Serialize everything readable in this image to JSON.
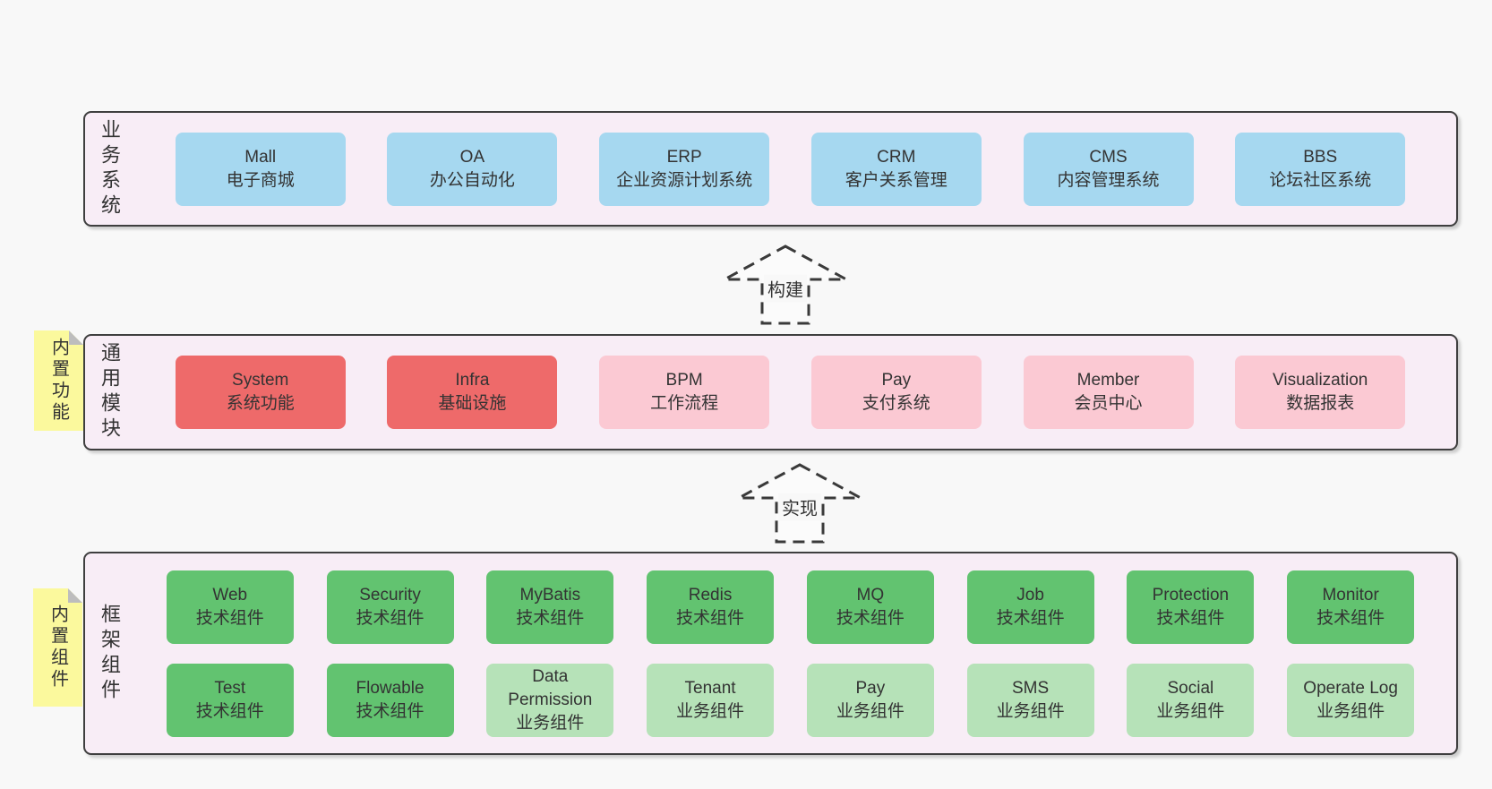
{
  "colors": {
    "page_background": "#f8f8f8",
    "panel_background": "#f8edf6",
    "panel_border": "#3f3f3f",
    "box_blue": "#a6d8f0",
    "box_red": "#ee6a6a",
    "box_pink": "#fbc9d3",
    "box_green": "#62c370",
    "box_green_light": "#b6e2b8",
    "tag_yellow": "#fbf99d",
    "tag_fold_gray": "#bdbdbd",
    "text": "#333333"
  },
  "arrows": [
    {
      "label": "构建"
    },
    {
      "label": "实现"
    }
  ],
  "layers": [
    {
      "label": "业务系统",
      "boxes": [
        {
          "en": "Mall",
          "zh": "电子商城",
          "variant": "blue"
        },
        {
          "en": "OA",
          "zh": "办公自动化",
          "variant": "blue"
        },
        {
          "en": "ERP",
          "zh": "企业资源计划系统",
          "variant": "blue"
        },
        {
          "en": "CRM",
          "zh": "客户关系管理",
          "variant": "blue"
        },
        {
          "en": "CMS",
          "zh": "内容管理系统",
          "variant": "blue"
        },
        {
          "en": "BBS",
          "zh": "论坛社区系统",
          "variant": "blue"
        }
      ]
    },
    {
      "label": "通用模块",
      "tag": "内置功能",
      "boxes": [
        {
          "en": "System",
          "zh": "系统功能",
          "variant": "red"
        },
        {
          "en": "Infra",
          "zh": "基础设施",
          "variant": "red"
        },
        {
          "en": "BPM",
          "zh": "工作流程",
          "variant": "pink"
        },
        {
          "en": "Pay",
          "zh": "支付系统",
          "variant": "pink"
        },
        {
          "en": "Member",
          "zh": "会员中心",
          "variant": "pink"
        },
        {
          "en": "Visualization",
          "zh": "数据报表",
          "variant": "pink"
        }
      ]
    },
    {
      "label": "框架组件",
      "tag": "内置组件",
      "rows": [
        [
          {
            "en": "Web",
            "zh": "技术组件",
            "variant": "green"
          },
          {
            "en": "Security",
            "zh": "技术组件",
            "variant": "green"
          },
          {
            "en": "MyBatis",
            "zh": "技术组件",
            "variant": "green"
          },
          {
            "en": "Redis",
            "zh": "技术组件",
            "variant": "green"
          },
          {
            "en": "MQ",
            "zh": "技术组件",
            "variant": "green"
          },
          {
            "en": "Job",
            "zh": "技术组件",
            "variant": "green"
          },
          {
            "en": "Protection",
            "zh": "技术组件",
            "variant": "green"
          },
          {
            "en": "Monitor",
            "zh": "技术组件",
            "variant": "green"
          }
        ],
        [
          {
            "en": "Test",
            "zh": "技术组件",
            "variant": "green"
          },
          {
            "en": "Flowable",
            "zh": "技术组件",
            "variant": "green"
          },
          {
            "en": "Data Permission",
            "zh": "业务组件",
            "variant": "green-light"
          },
          {
            "en": "Tenant",
            "zh": "业务组件",
            "variant": "green-light"
          },
          {
            "en": "Pay",
            "zh": "业务组件",
            "variant": "green-light"
          },
          {
            "en": "SMS",
            "zh": "业务组件",
            "variant": "green-light"
          },
          {
            "en": "Social",
            "zh": "业务组件",
            "variant": "green-light"
          },
          {
            "en": "Operate Log",
            "zh": "业务组件",
            "variant": "green-light"
          }
        ]
      ]
    }
  ]
}
